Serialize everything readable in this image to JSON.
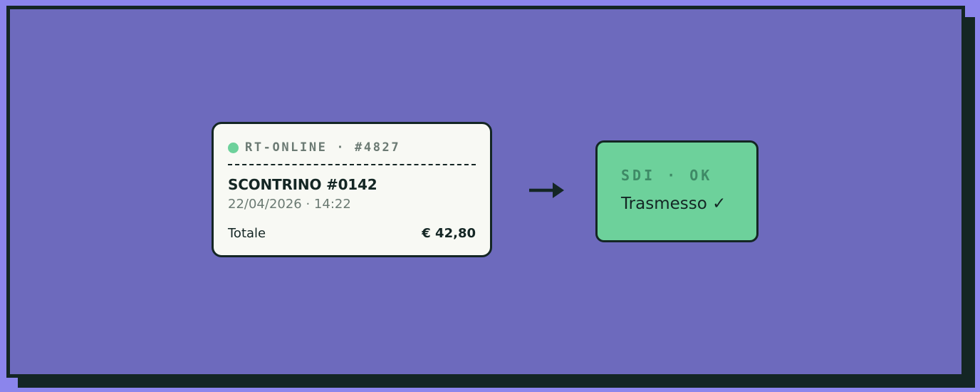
{
  "receipt": {
    "device": "RT-ONLINE · #4827",
    "title": "SCONTRINO #0142",
    "datetime": "22/04/2026 · 14:22",
    "total_label": "Totale",
    "total_value": "€ 42,80"
  },
  "transmission": {
    "arrow_icon": "arrow-right-icon",
    "status": "SDI · OK",
    "message": "Trasmesso ✓"
  },
  "colors": {
    "background": "#8b85ec",
    "panel": "#6d6abd",
    "ink": "#142624",
    "receipt_paper": "#f8f9f4",
    "success_green": "#6dd19b",
    "muted_text": "#6b7a73"
  }
}
